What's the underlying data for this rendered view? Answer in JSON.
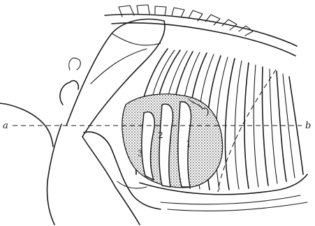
{
  "figure": {
    "line_labels": {
      "left": "a",
      "right": "b"
    },
    "region_numbers": [
      "1",
      "2",
      "3"
    ]
  },
  "colors": {
    "ink": "#1c1c1c",
    "background": "#ffffff",
    "stipple_fill": "#d9d9d9"
  }
}
